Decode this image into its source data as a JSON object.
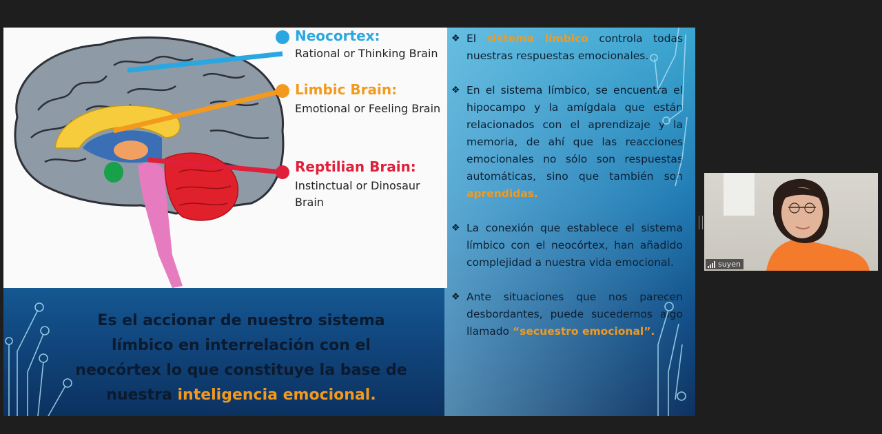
{
  "slide": {
    "labels": {
      "neocortex": {
        "title": "Neocortex:",
        "sub": "Rational or Thinking Brain",
        "color": "#2aa7e0"
      },
      "limbic": {
        "title": "Limbic Brain:",
        "sub": "Emotional or Feeling Brain",
        "color": "#f39a1e"
      },
      "reptilian": {
        "title": "Reptilian Brain:",
        "sub1": "Instinctual or Dinosaur",
        "sub2": "Brain",
        "color": "#e0203a"
      }
    },
    "bottom": {
      "line1": "Es el accionar de nuestro sistema",
      "line2": "límbico en interrelación con el",
      "line3": "neocórtex lo que constituye la base de",
      "line4_prefix": "nuestra ",
      "line4_highlight": "inteligencia emocional."
    },
    "bullets": {
      "b1_pre": "El ",
      "b1_hl": "sistema límbico",
      "b1_post": " controla todas nuestras respuestas emocionales.",
      "b2_text": "En el sistema límbico, se encuentra el hipocampo y la amígdala que están relacionados con el aprendizaje y la memoria, de ahí que las reacciones emocionales no sólo son respuestas automáticas, sino que también son ",
      "b2_hl": "aprendidas.",
      "b3_text": "La conexión que establece el sistema límbico con el neocórtex, han añadido complejidad a nuestra vida emocional.",
      "b4_text": "Ante situaciones que nos parecen desbordantes, puede sucedernos algo llamado ",
      "b4_hl": "“secuestro emocional”."
    },
    "highlight_color": "#f39a1e"
  },
  "webcam": {
    "name": "suyen"
  }
}
